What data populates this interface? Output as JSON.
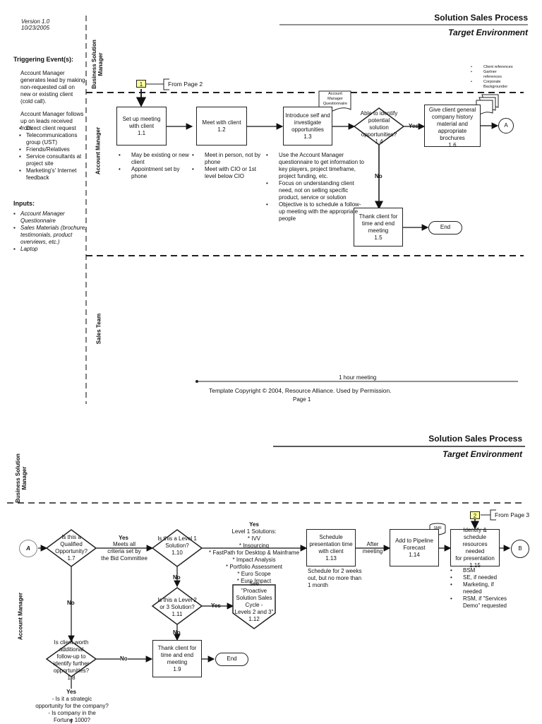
{
  "page1": {
    "version": "Version 1.0",
    "date": "10/23/2005",
    "title": "Solution Sales Process",
    "subtitle": "Target Environment",
    "triggering": {
      "heading": "Triggering Event(s):",
      "para1": "Account Manager generates lead by making non-requested call on new or existing client (cold call).",
      "para2": "Account Manager follows up on leads received from:",
      "items": [
        "Direct client request",
        "Telecommunications group (UST)",
        "Friends/Relatives",
        "Service consultants at project site",
        "Marketing's' Internet feedback"
      ]
    },
    "inputs": {
      "heading": "Inputs:",
      "items": [
        "Account Manager Questionnaire",
        "Sales Materials (brochure, testimonials, product overviews, etc.)",
        "Laptop"
      ]
    },
    "lanes": [
      "Business Solution\nManager",
      "Account Manager",
      "Sales Team"
    ],
    "connector": {
      "number": "1",
      "label": "From Page 2"
    },
    "steps": {
      "s11": "Set up meeting\nwith client\n1.1",
      "s12": "Meet with client\n1.2",
      "s13": "Introduce self and\ninvestigate\nopportunities\n1.3",
      "s14": "Able to identify\npotential\nsolution\nopportunities?\n1.4",
      "s15": "Thank client for\ntime and end\nmeeting\n1.5",
      "s16": "Give client general\ncompany history\nmaterial and\nappropriate\nbrochures\n1.6"
    },
    "doc_questionnaire": "Account\nManager\nQuestionnaire",
    "doc_refs": [
      "Client references",
      "Gartner references",
      "Corporate Backgrounder"
    ],
    "notes11": [
      "May be existing or new client",
      "Appointment set by phone"
    ],
    "notes12": [
      "Meet in person, not by phone",
      "Meet with CIO or 1st level below CIO"
    ],
    "notes13": [
      "Use the Account Manager questionnaire to get information to key players, project timeframe, project funding, etc.",
      "Focus on understanding client need, not on selling specific product, service or solution",
      "Objective is to schedule a follow-up meeting with the appropriate people"
    ],
    "yes": "Yes",
    "no": "No",
    "end": "End",
    "offpage_a": "A",
    "timeline": "1 hour meeting",
    "copyright": "Template Copyright © 2004, Resource Alliance.  Used by Permission.",
    "page": "Page 1"
  },
  "page2": {
    "title": "Solution Sales Process",
    "subtitle": "Target Environment",
    "lanes": [
      "Business Solution\nManager",
      "Account Manager"
    ],
    "connector": {
      "number": "2",
      "label": "From Page 3"
    },
    "offpage_a": "A",
    "offpage_b": "B",
    "steps": {
      "s17": "Is this a\nQualified\nOpportunity?\n1.7",
      "s18": "Is client worth\nadditional\nfollow-up to\nidentify further\nopportunities?\n1.8",
      "s19": "Thank client for\ntime and end\nmeeting\n1.9",
      "s110": "Is this a Level 1\nSolution?\n1.10",
      "s111": "Is this a Level 2\nor 3 Solution?\n1.11",
      "s112": "See\n\"Proactive\nSolution Sales\nCycle -\nLevels 2 and 3\"\n1.12",
      "s113": "Schedule\npresentation time\nwith client\n1.13",
      "s114": "Add to Pipeline\nForecast\n1.14",
      "s115": "Identify & schedule\nresources needed\nfor presentation\n1.15"
    },
    "yes_criteria": {
      "title": "Yes",
      "text": "Meets all\ncriteria set by\nthe Bid Committee"
    },
    "level1": {
      "title": "Yes",
      "heading": "Level 1 Solutions:",
      "items": [
        "IVV",
        "Insourcing",
        "FastPath for Desktop & Mainframe",
        "Impact Analysis",
        "Portfolio Assessment",
        "Euro Scope",
        "Euro Impact"
      ]
    },
    "schedule_note": "Schedule for 2 weeks\nout, but no more than\n1 month",
    "after_meeting": "After\nmeeting",
    "smr": "SMR",
    "resources": [
      "BSM",
      "SE, if needed",
      "Marketing, if needed",
      "RSM, if \"Services Demo\" requested"
    ],
    "yes_strategic": {
      "title": "Yes",
      "text": "- Is it a strategic\nopportunity for the company?\n- Is company in the\nFortune 1000?"
    },
    "yes": "Yes",
    "no": "No",
    "end": "End"
  }
}
